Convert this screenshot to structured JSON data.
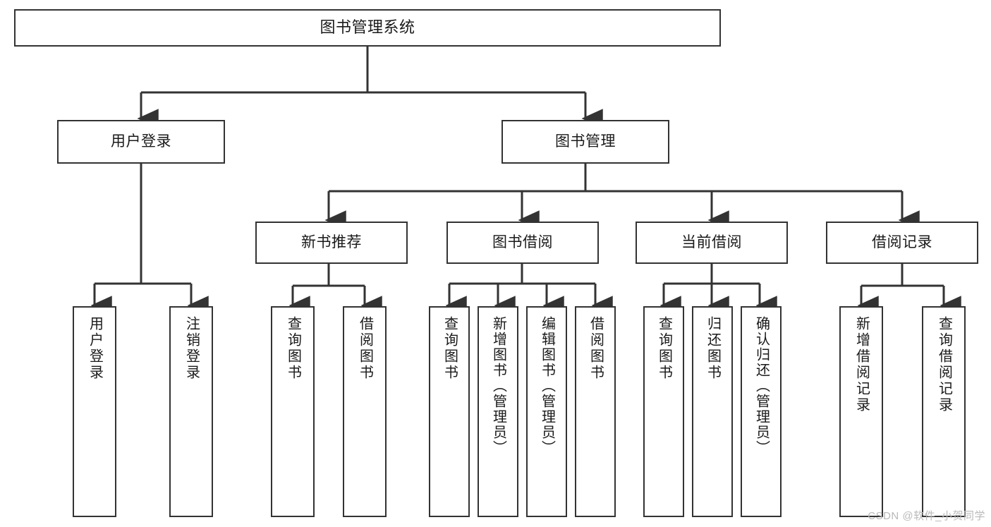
{
  "diagram": {
    "title": "图书管理系统",
    "type": "tree-structure-chart",
    "colors": {
      "box_border": "#333333",
      "box_fill": "#ffffff",
      "edge": "#333333",
      "text": "#1a1a1a",
      "watermark": "#b9b9b9"
    },
    "watermark": "CSDN @软件_小贺同学"
  },
  "nodes": {
    "root": {
      "label": "图书管理系统"
    },
    "level2": [
      {
        "label": "用户登录"
      },
      {
        "label": "图书管理"
      }
    ],
    "level3": [
      {
        "label": "新书推荐"
      },
      {
        "label": "图书借阅"
      },
      {
        "label": "当前借阅"
      },
      {
        "label": "借阅记录"
      }
    ],
    "leaves": {
      "user_login": [
        {
          "label": "用户登录"
        },
        {
          "label": "注销登录"
        }
      ],
      "new_book_recommend": [
        {
          "label": "查询图书"
        },
        {
          "label": "借阅图书"
        }
      ],
      "book_borrow": [
        {
          "label": "查询图书"
        },
        {
          "label": "新增图书（管理员）"
        },
        {
          "label": "编辑图书（管理员）"
        },
        {
          "label": "借阅图书"
        }
      ],
      "current_borrow": [
        {
          "label": "查询图书"
        },
        {
          "label": "归还图书"
        },
        {
          "label": "确认归还（管理员）"
        }
      ],
      "borrow_records": [
        {
          "label": "新增借阅记录"
        },
        {
          "label": "查询借阅记录"
        }
      ]
    }
  }
}
